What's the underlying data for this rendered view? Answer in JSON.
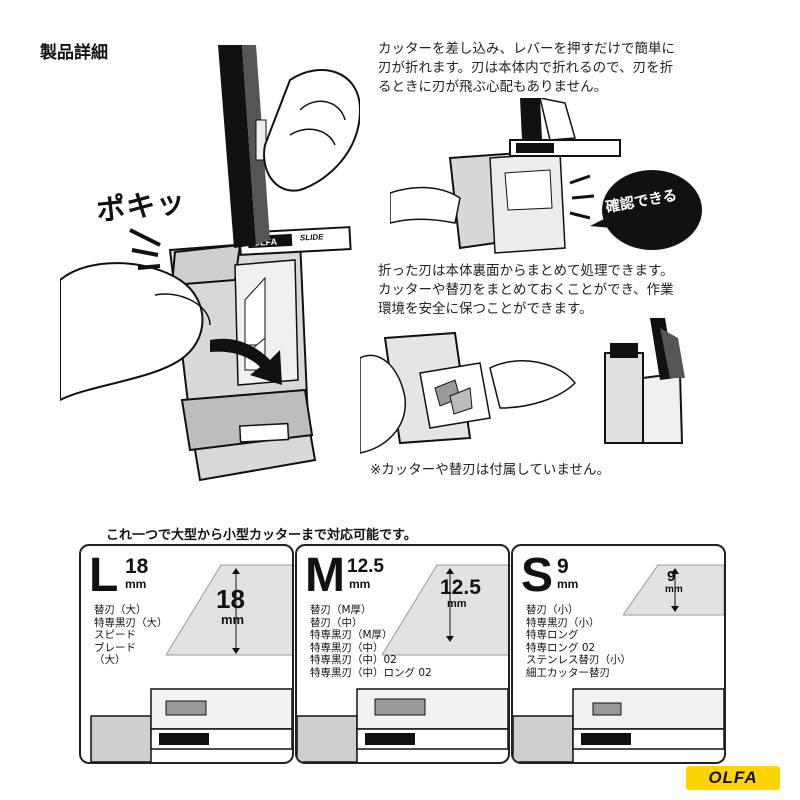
{
  "page_title": "製品詳細",
  "sound_effect": "ポキッ",
  "desc_1": "カッターを差し込み、レバーを押すだけで簡単に\n刃が折れます。刃は本体内で折れるので、刃を折\nるときに刃が飛ぶ心配もありません。",
  "bubble": "確認できる",
  "desc_2": "折った刃は本体裏面からまとめて処理できます。\nカッターや替刃をまとめておくことができ、作業\n環境を安全に保つことができます。",
  "note": "※カッターや替刃は付属していません。",
  "subheading": "これ一つで大型から小型カッターまで対応可能です。",
  "device_labels": {
    "brand": "OLFA",
    "slide": "SLIDE"
  },
  "sizes": [
    {
      "letter": "L",
      "size": "18",
      "unit": "mm",
      "blade_label": "18",
      "compatible": [
        "替刃（大）",
        "特専黒刃（大）",
        "スピード",
        "ブレード",
        "（大）"
      ]
    },
    {
      "letter": "M",
      "size": "12.5",
      "unit": "mm",
      "blade_label": "12.5",
      "compatible": [
        "替刃（M厚）",
        "替刃（中）",
        "特専黒刃（M厚）",
        "特専黒刃（中）",
        "特専黒刃（中）02",
        "特専黒刃（中）ロング 02"
      ]
    },
    {
      "letter": "S",
      "size": "9",
      "unit": "mm",
      "blade_label": "9",
      "compatible": [
        "替刃（小）",
        "特専黒刃（小）",
        "特専ロング",
        "特専ロング 02",
        "ステンレス替刃（小）",
        "細工カッター替刃"
      ]
    }
  ],
  "footer_logo": "OLFA",
  "colors": {
    "logo_yellow": "#ffd400",
    "ink": "#111111"
  }
}
